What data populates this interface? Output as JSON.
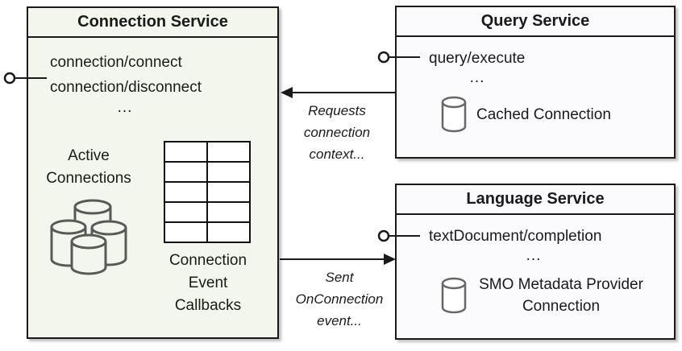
{
  "connection_service": {
    "title": "Connection Service",
    "methods": [
      "connection/connect",
      "connection/disconnect"
    ],
    "ellipsis": "...",
    "active_connections_label": "Active Connections",
    "callbacks_label": "Connection Event Callbacks",
    "table": {
      "rows": 5,
      "cols": 2
    }
  },
  "query_service": {
    "title": "Query Service",
    "method": "query/execute",
    "ellipsis": "...",
    "cached_connection_label": "Cached Connection"
  },
  "language_service": {
    "title": "Language Service",
    "method": "textDocument/completion",
    "ellipsis": "...",
    "smo_connection_label": "SMO Metadata Provider Connection"
  },
  "arrows": {
    "requests_label": "Requests connection context...",
    "sent_label": "Sent OnConnection event..."
  },
  "icons": {
    "lollipop": "interface-lollipop-icon",
    "database": "database-cylinder-icon",
    "database_cluster": "database-cluster-icon",
    "callback_table": "callback-table-grid"
  },
  "colors": {
    "connection_box_fill": "#f3f6ed",
    "service_box_fill": "#fbfbfd",
    "border": "#1a1a1a",
    "icon_stroke": "#595959"
  }
}
